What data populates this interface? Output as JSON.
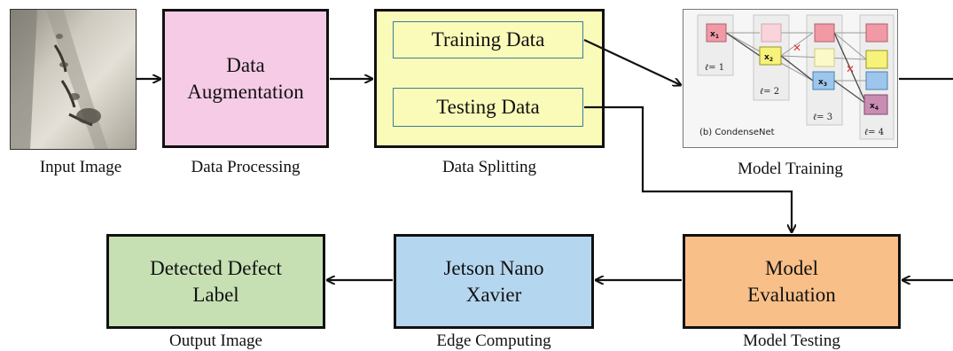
{
  "stages": {
    "input": {
      "caption": "Input Image"
    },
    "processing": {
      "box_line1": "Data",
      "box_line2": "Augmentation",
      "caption": "Data Processing"
    },
    "splitting": {
      "train_label": "Training Data",
      "test_label": "Testing Data",
      "caption": "Data Splitting"
    },
    "training": {
      "caption": "Model Training",
      "figure_label": "(b) CondenseNet",
      "nodes": [
        "x",
        "x",
        "x",
        "x"
      ],
      "subscripts": [
        "1",
        "2",
        "3",
        "4"
      ],
      "layer_var": "ℓ",
      "layers": [
        "= 1",
        "= 2",
        "= 3",
        "= 4"
      ]
    },
    "evaluation": {
      "box_line1": "Model",
      "box_line2": "Evaluation",
      "caption": "Model Testing"
    },
    "edge": {
      "box_line1": "Jetson Nano",
      "box_line2": "Xavier",
      "caption": "Edge Computing"
    },
    "output": {
      "box_line1": "Detected Defect",
      "box_line2": "Label",
      "caption": "Output Image"
    }
  },
  "colors": {
    "processing_fill": "#f5cbe6",
    "splitting_fill": "#fbfbb9",
    "evaluation_fill": "#f9bf88",
    "edge_fill": "#b5d6ef",
    "output_fill": "#c6e0b4",
    "cn_red": "#f19aa6",
    "cn_yellow": "#f6f27a",
    "cn_blue": "#9cc6ec",
    "cn_purple": "#c98db3"
  }
}
